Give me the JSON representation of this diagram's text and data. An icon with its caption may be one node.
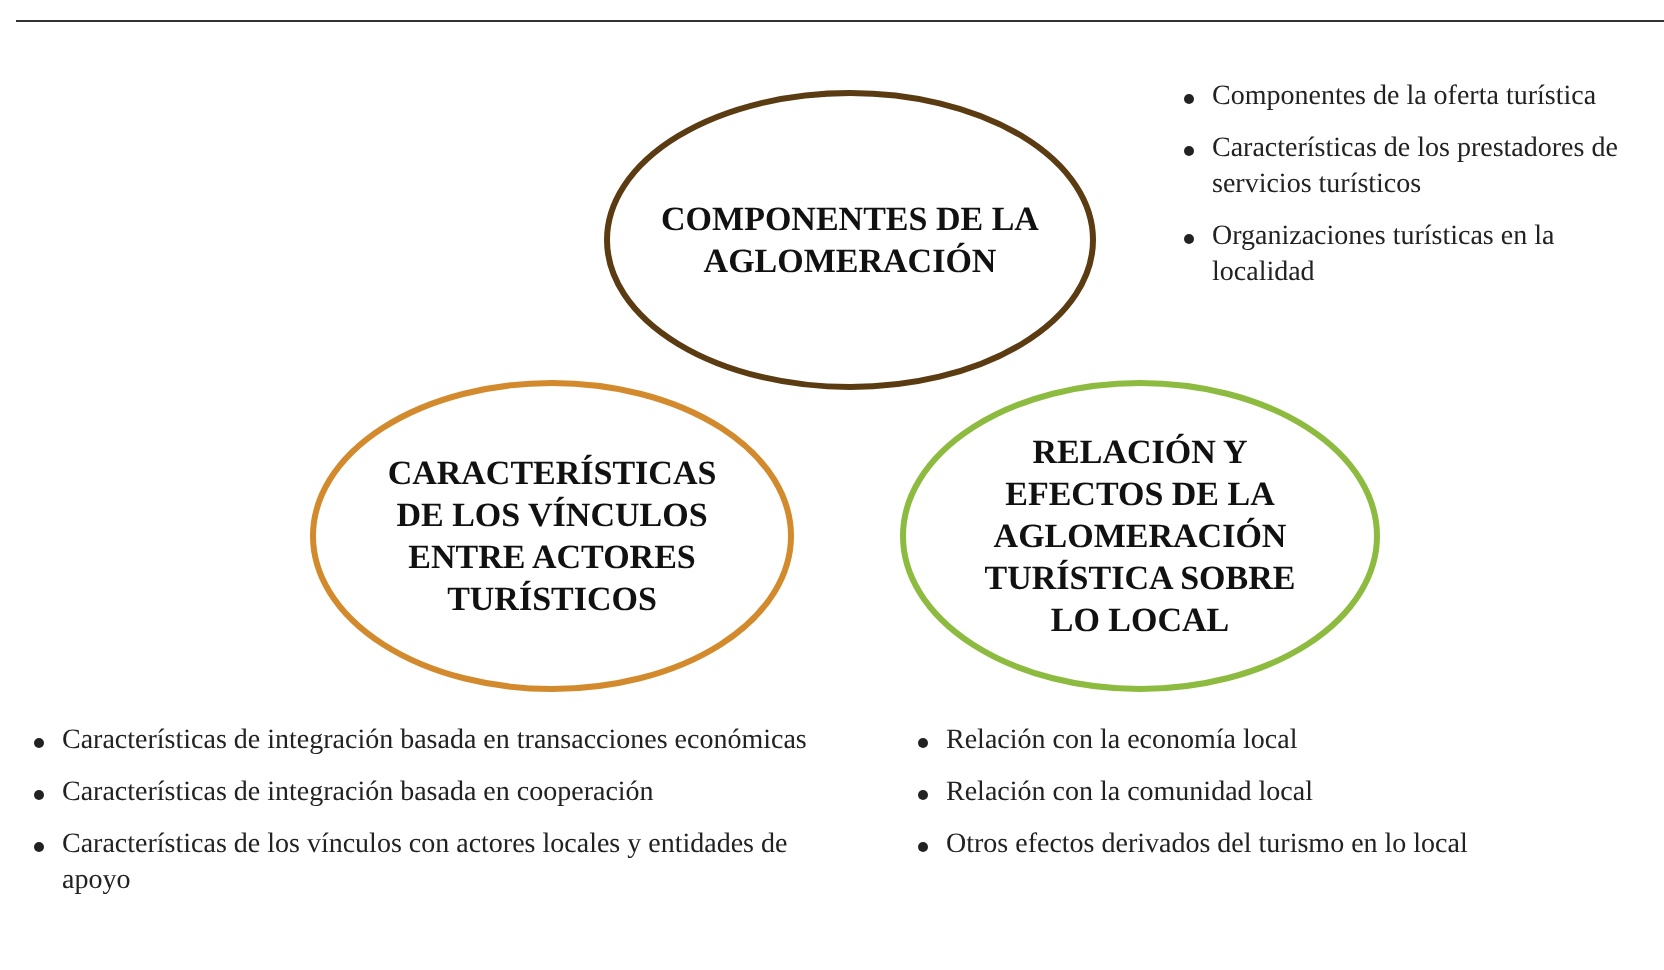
{
  "diagram": {
    "nodes": [
      {
        "text": [
          "COMPONENTES DE LA AGLOMERACIÓN"
        ],
        "beside": [
          "Componentes de la oferta turística",
          "Características de los prestadores de servicios turísticos",
          "Organizaciones turísticas en la localidad"
        ]
      },
      {
        "text": [
          "CARACTERÍSTICAS DE LOS VÍNCULOS ENTRE ACTORES TURÍSTICOS"
        ],
        "beside": [
          "Características de integración basada en transacciones económicas",
          "Características de integración basada en cooperación",
          "Características de los vínculos con actores locales y entidades de apoyo"
        ]
      },
      {
        "text": [
          "RELACIÓN Y EFECTOS DE LA AGLOMERACIÓN TURÍSTICA SOBRE LO LOCAL"
        ],
        "beside": [
          "Relación con la economía local",
          "Relación con la comunidad local",
          "Otros efectos derivados del turismo en lo local"
        ]
      }
    ]
  }
}
